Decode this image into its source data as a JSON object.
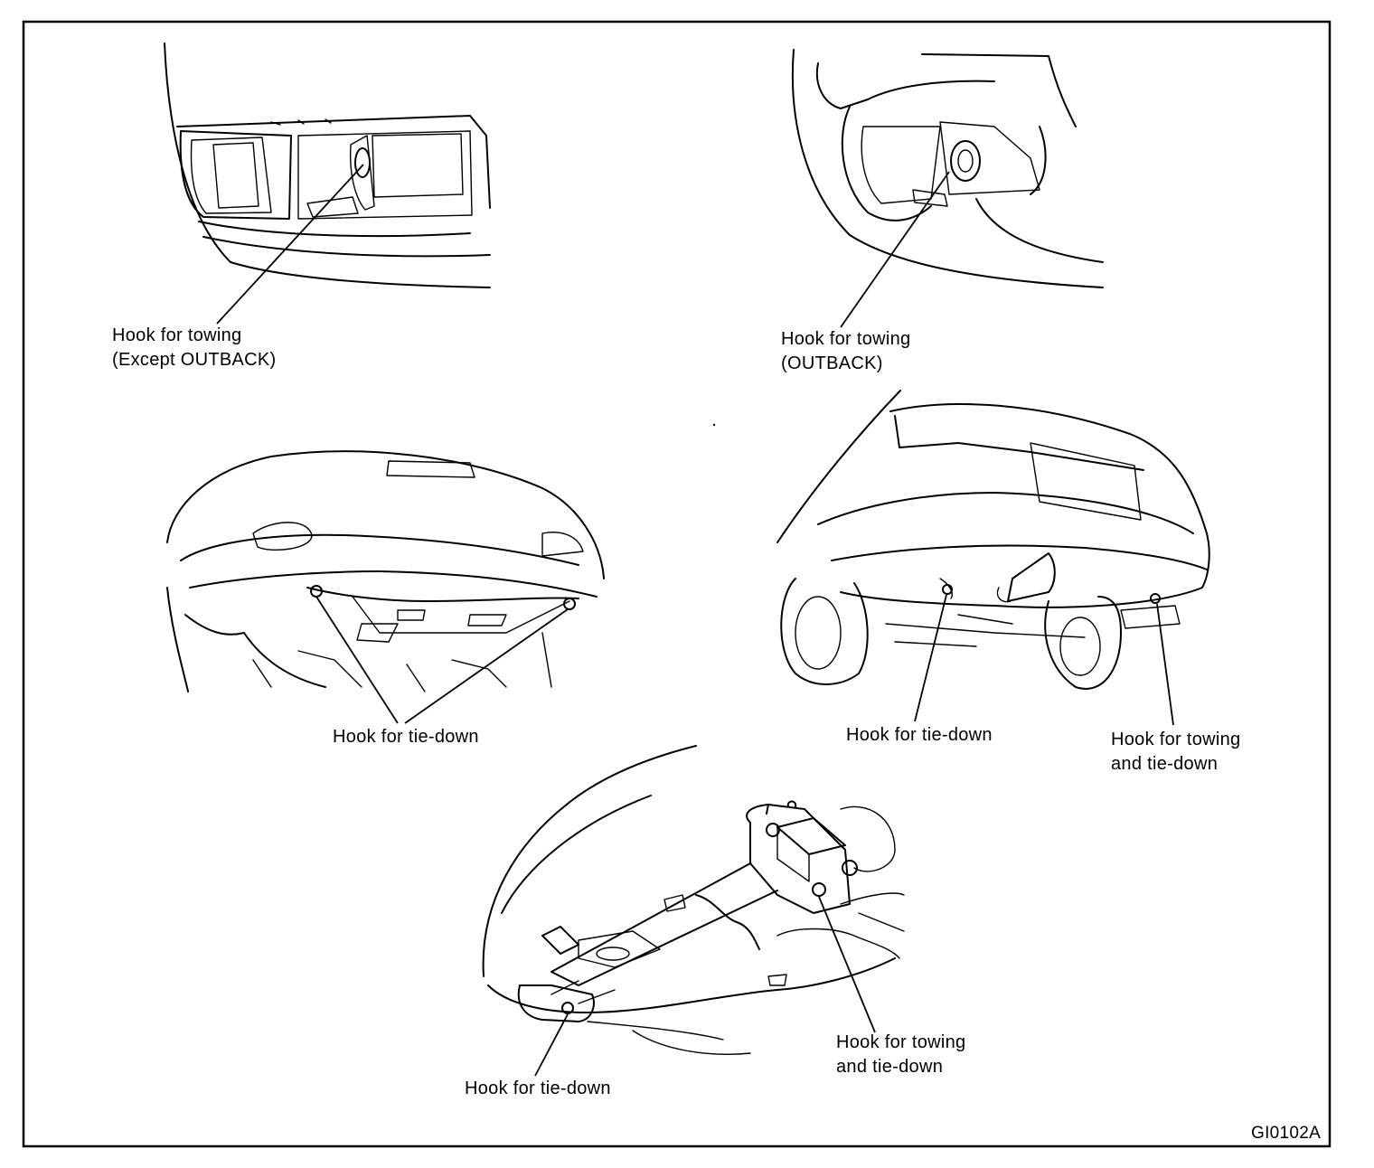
{
  "labels": {
    "front_tow_except_outback_1": "Hook for towing",
    "front_tow_except_outback_2": "(Except OUTBACK)",
    "front_tow_outback_1": "Hook for towing",
    "front_tow_outback_2": "(OUTBACK)",
    "front_tie_down": "Hook for tie-down",
    "rear_tie_down": "Hook for tie-down",
    "rear_tow_tie_1": "Hook for towing",
    "rear_tow_tie_2": "and tie-down",
    "under_tow_tie_1": "Hook for towing",
    "under_tow_tie_2": "and tie-down",
    "under_tie_down": "Hook for tie-down"
  },
  "figure_code": "GI0102A"
}
